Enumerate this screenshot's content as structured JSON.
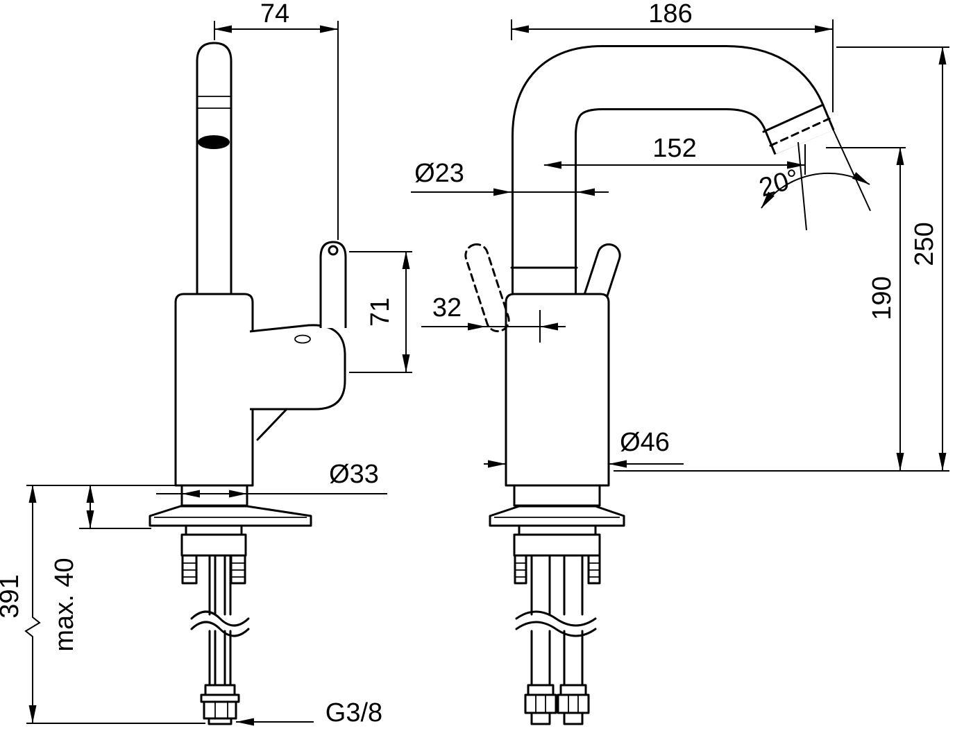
{
  "drawing": {
    "dimensions": {
      "spout_offset_side": "74",
      "lever_height": "71",
      "shank_diameter": "Ø33",
      "max_mounting_thickness": "max. 40",
      "hose_length": "391",
      "thread_size": "G3/8",
      "spout_reach_overall": "186",
      "spout_reach": "152",
      "spout_diameter": "Ø23",
      "outlet_angle": "20°",
      "lever_offset": "32",
      "body_diameter": "Ø46",
      "overall_height": "250",
      "outlet_height": "190"
    }
  }
}
